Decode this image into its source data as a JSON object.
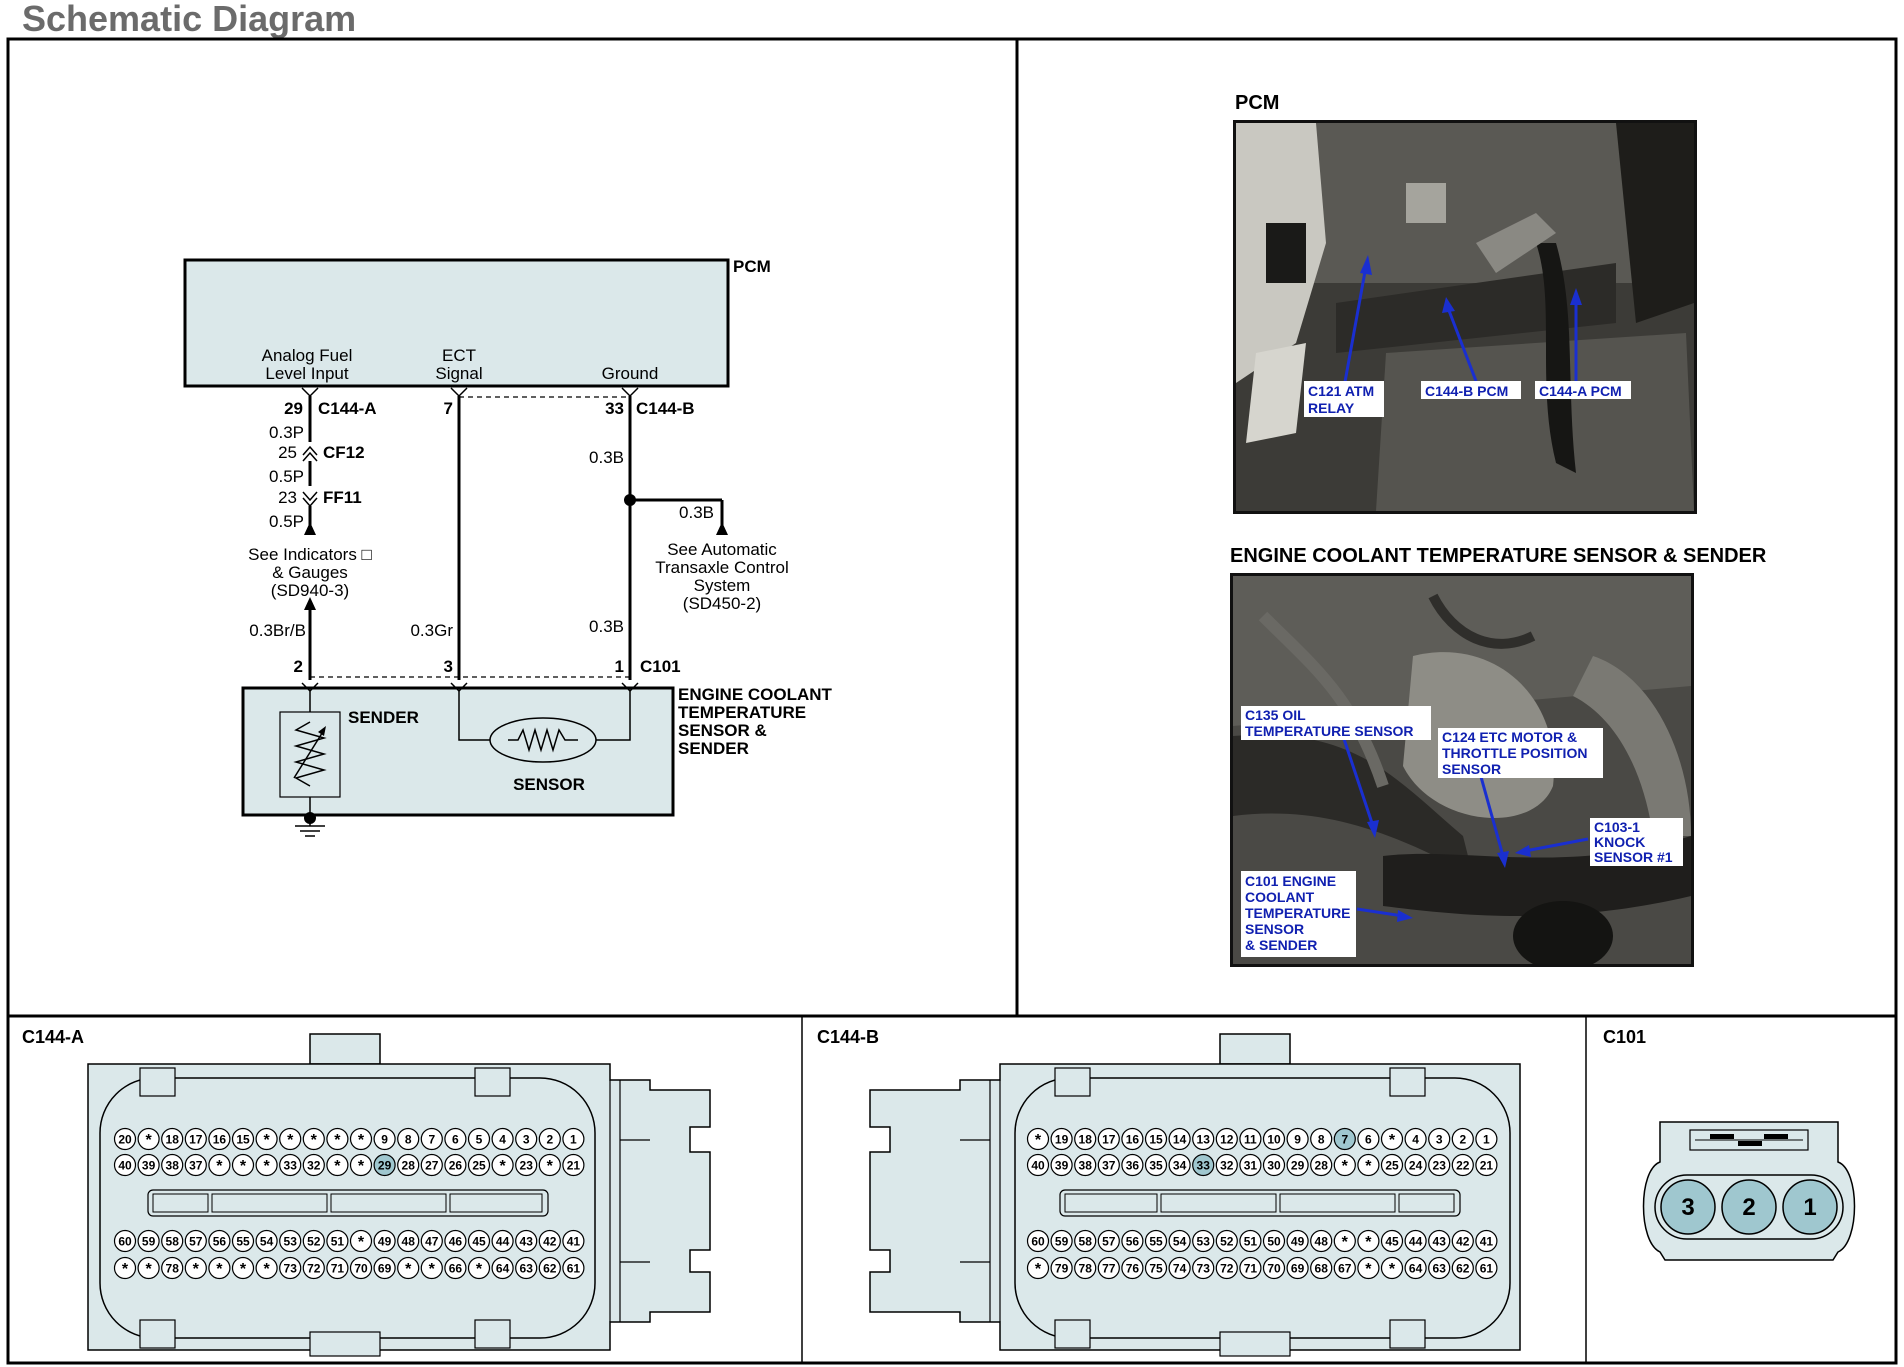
{
  "page": {
    "title": "Schematic Diagram"
  },
  "schematic": {
    "pcm_label": "PCM",
    "pcm_inputs": {
      "fuel_line1": "Analog Fuel",
      "fuel_line2": "Level Input",
      "ect_line1": "ECT",
      "ect_line2": "Signal",
      "ground": "Ground"
    },
    "pins": {
      "p29": "29",
      "c144a": "C144-A",
      "p7": "7",
      "p33": "33",
      "c144b": "C144-B",
      "p2": "2",
      "p3": "3",
      "p1": "1",
      "c101": "C101"
    },
    "wires": {
      "w03p_a": "0.3P",
      "cf12_pin": "25",
      "cf12": "CF12",
      "w05p_a": "0.5P",
      "ff11_pin": "23",
      "ff11": "FF11",
      "w05p_b": "0.5P",
      "w03b_a": "0.3B",
      "w03b_b": "0.3B",
      "w03b_c": "0.3B",
      "w03brb": "0.3Br/B",
      "w03gr": "0.3Gr"
    },
    "refs": {
      "indicators_1": "See Indicators □",
      "indicators_2": "& Gauges",
      "indicators_3": "(SD940-3)",
      "atcs_1": "See Automatic",
      "atcs_2": "Transaxle Control",
      "atcs_3": "System",
      "atcs_4": "(SD450-2)"
    },
    "component": {
      "sender": "SENDER",
      "sensor": "SENSOR",
      "name_1": "ENGINE COOLANT",
      "name_2": "TEMPERATURE",
      "name_3": "SENSOR &",
      "name_4": "SENDER"
    }
  },
  "photos": {
    "pcm": {
      "title": "PCM",
      "labels": {
        "c121_1": "C121 ATM",
        "c121_2": "RELAY",
        "c144b": "C144-B PCM",
        "c144a": "C144-A PCM"
      }
    },
    "ect": {
      "title": "ENGINE COOLANT TEMPERATURE SENSOR & SENDER",
      "labels": {
        "c135_1": "C135 OIL",
        "c135_2": "TEMPERATURE SENSOR",
        "c124_1": "C124 ETC MOTOR &",
        "c124_2": "THROTTLE POSITION",
        "c124_3": "SENSOR",
        "c103_1": "C103-1",
        "c103_2": "KNOCK",
        "c103_3": "SENSOR #1",
        "c101_1": "C101 ENGINE",
        "c101_2": "COOLANT",
        "c101_3": "TEMPERATURE",
        "c101_4": "SENSOR",
        "c101_5": "& SENDER"
      }
    }
  },
  "connectors": {
    "c144a": {
      "label": "C144-A",
      "rows": [
        [
          "20",
          "*",
          "18",
          "17",
          "16",
          "15",
          "*",
          "*",
          "*",
          "*",
          "*",
          "9",
          "8",
          "7",
          "6",
          "5",
          "4",
          "3",
          "2",
          "1"
        ],
        [
          "40",
          "39",
          "38",
          "37",
          "*",
          "*",
          "*",
          "33",
          "32",
          "*",
          "*",
          "29",
          "28",
          "27",
          "26",
          "25",
          "*",
          "23",
          "*",
          "21"
        ],
        [
          "60",
          "59",
          "58",
          "57",
          "56",
          "55",
          "54",
          "53",
          "52",
          "51",
          "*",
          "49",
          "48",
          "47",
          "46",
          "45",
          "44",
          "43",
          "42",
          "41"
        ],
        [
          "*",
          "*",
          "78",
          "*",
          "*",
          "*",
          "*",
          "73",
          "72",
          "71",
          "70",
          "69",
          "*",
          "*",
          "66",
          "*",
          "64",
          "63",
          "62",
          "61"
        ]
      ],
      "highlight": [
        "29"
      ]
    },
    "c144b": {
      "label": "C144-B",
      "rows": [
        [
          "*",
          "19",
          "18",
          "17",
          "16",
          "15",
          "14",
          "13",
          "12",
          "11",
          "10",
          "9",
          "8",
          "7",
          "6",
          "*",
          "4",
          "3",
          "2",
          "1"
        ],
        [
          "40",
          "39",
          "38",
          "37",
          "36",
          "35",
          "34",
          "33",
          "32",
          "31",
          "30",
          "29",
          "28",
          "*",
          "*",
          "25",
          "24",
          "23",
          "22",
          "21"
        ],
        [
          "60",
          "59",
          "58",
          "57",
          "56",
          "55",
          "54",
          "53",
          "52",
          "51",
          "50",
          "49",
          "48",
          "*",
          "*",
          "45",
          "44",
          "43",
          "42",
          "41"
        ],
        [
          "*",
          "79",
          "78",
          "77",
          "76",
          "75",
          "74",
          "73",
          "72",
          "71",
          "70",
          "69",
          "68",
          "67",
          "*",
          "*",
          "64",
          "63",
          "62",
          "61"
        ]
      ],
      "highlight": [
        "7",
        "33"
      ]
    },
    "c101": {
      "label": "C101",
      "pins": [
        "3",
        "2",
        "1"
      ]
    }
  },
  "colors": {
    "panel_fill": "#dbe8ea",
    "pin_highlight": "#9fc7cf",
    "label_blue": "#1020b0",
    "arrow_blue": "#1a2fd0"
  }
}
